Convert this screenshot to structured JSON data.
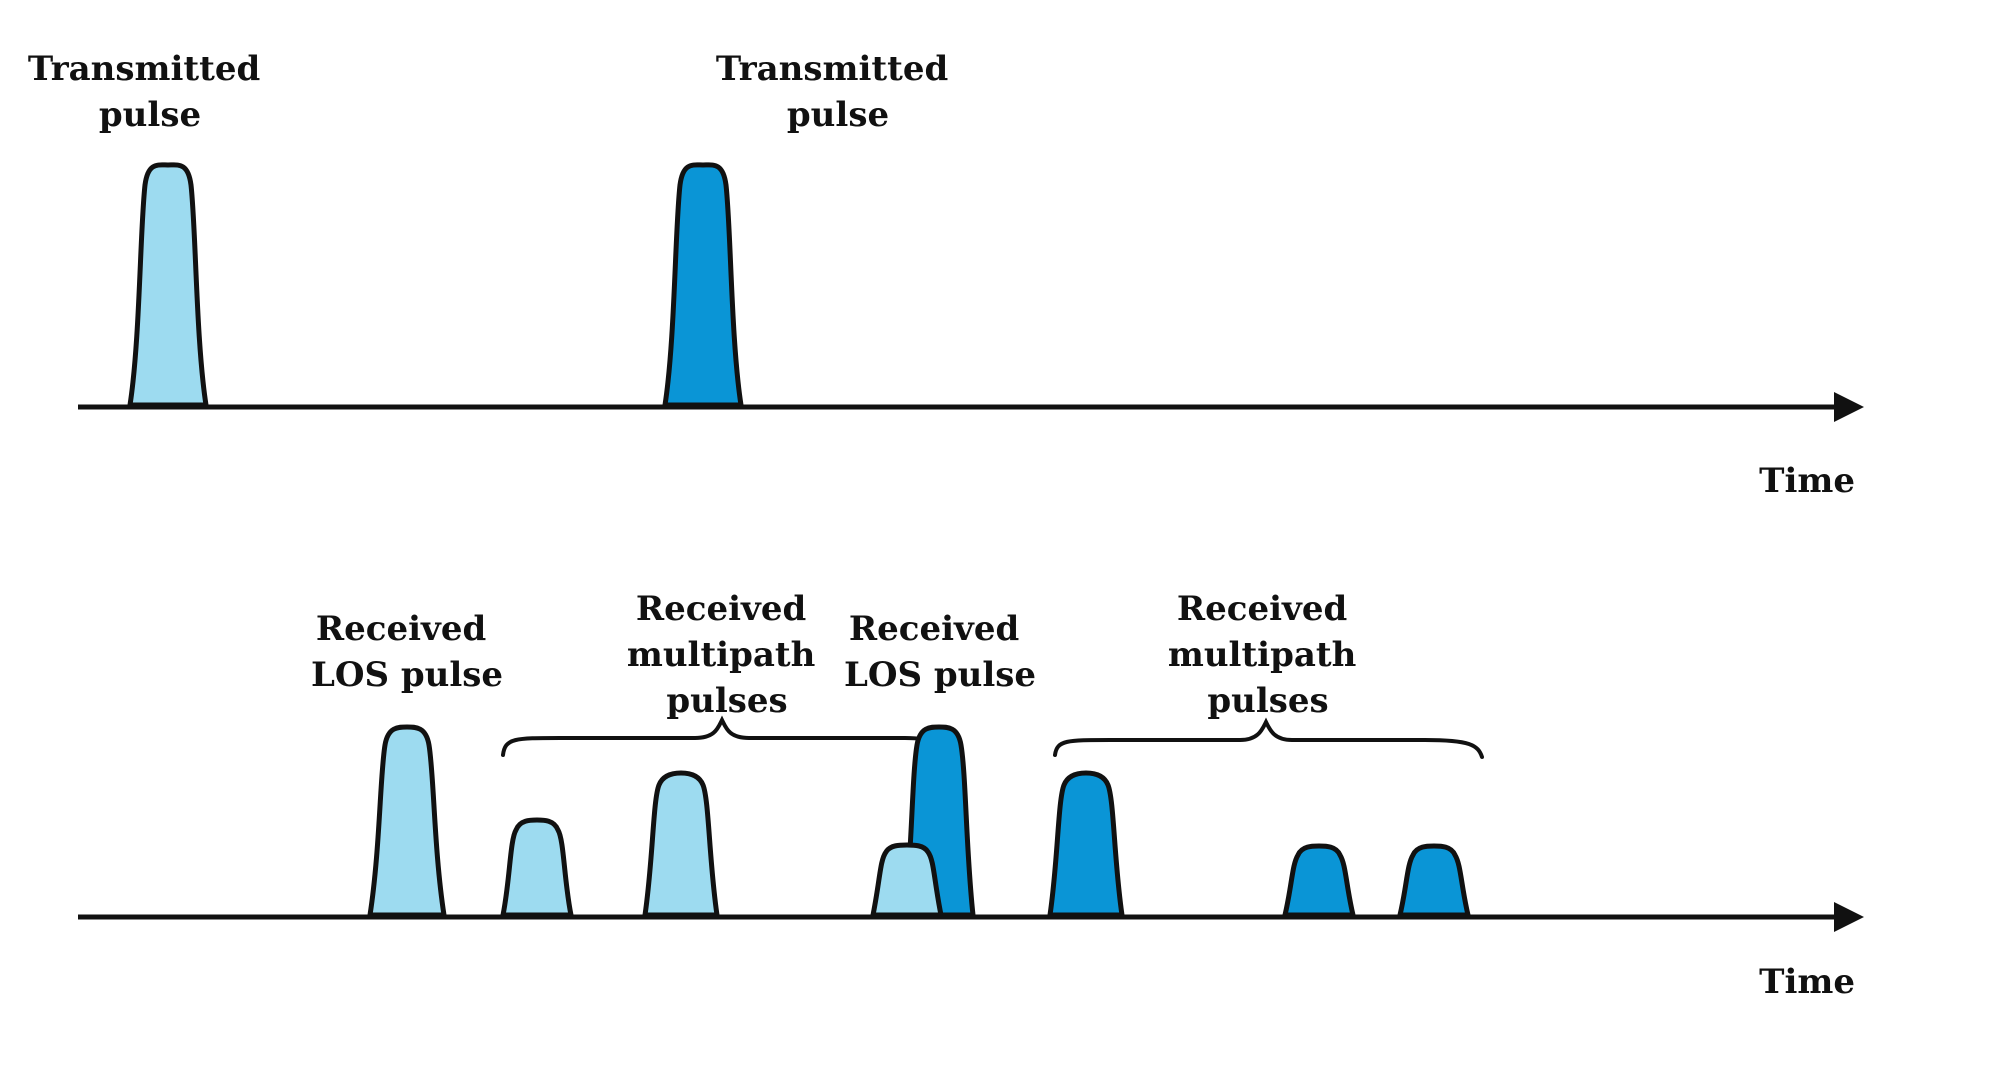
{
  "colors": {
    "light_pulse": "#9ddbf0",
    "dark_pulse": "#0a95d6",
    "stroke": "#111111",
    "background": "#ffffff"
  },
  "top": {
    "labels": [
      {
        "lines": [
          "Transmitted",
          "pulse"
        ]
      },
      {
        "lines": [
          "Transmitted",
          "pulse"
        ]
      }
    ],
    "axis_label": "Time"
  },
  "bottom": {
    "labels": [
      {
        "lines": [
          "Received",
          "LOS pulse"
        ]
      },
      {
        "lines": [
          "Received",
          "multipath",
          "pulses"
        ]
      },
      {
        "lines": [
          "Received",
          "LOS pulse"
        ]
      },
      {
        "lines": [
          "Received",
          "multipath",
          "pulses"
        ]
      }
    ],
    "axis_label": "Time"
  }
}
